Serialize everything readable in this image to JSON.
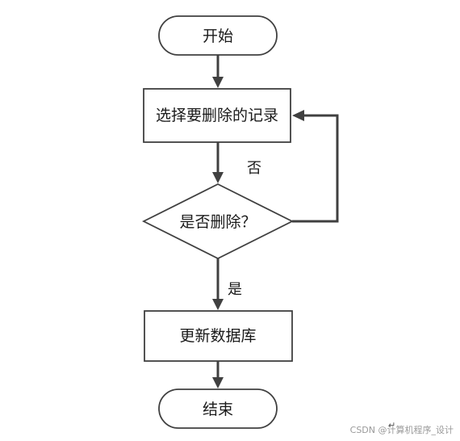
{
  "flowchart": {
    "start": "开始",
    "select_record": "选择要删除的记录",
    "decision": "是否删除？",
    "update_db": "更新数据库",
    "end": "结束",
    "label_no": "否",
    "label_yes": "是"
  },
  "watermark": "CSDN @计算机程序_设计",
  "colors": {
    "stroke": "#404040",
    "text": "#1a1a1a"
  }
}
